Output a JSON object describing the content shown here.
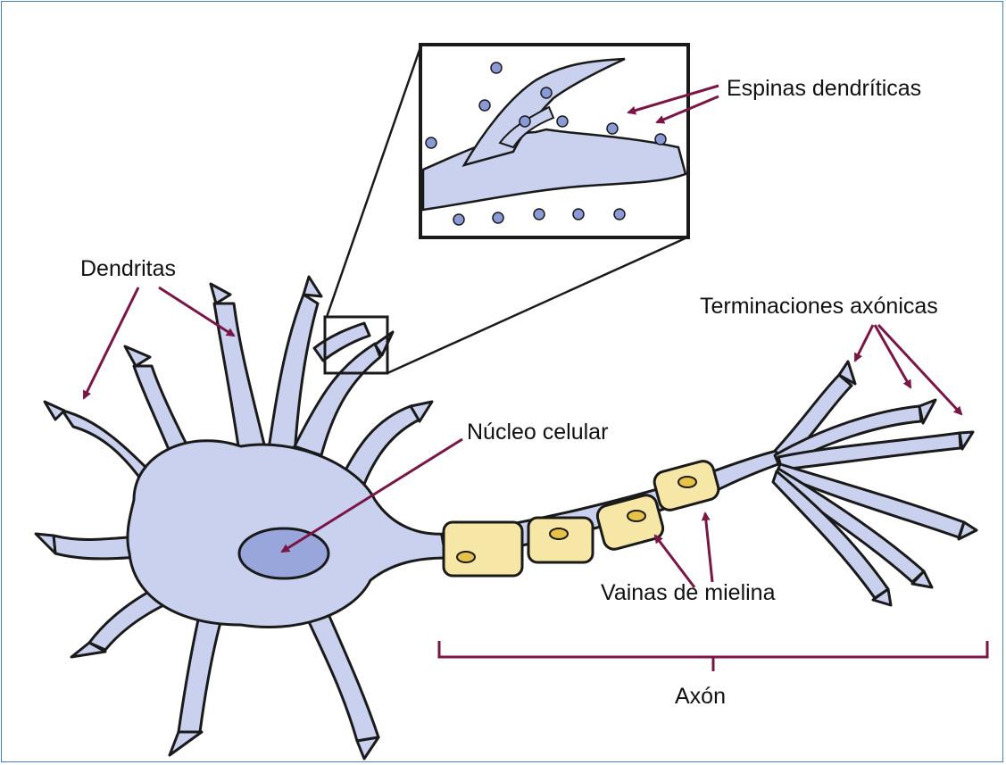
{
  "labels": {
    "espinas": "Espinas dendríticas",
    "dendritas": "Dendritas",
    "terminaciones": "Terminaciones axónicas",
    "nucleo": "Núcleo celular",
    "vainas": "Vainas de mielina",
    "axon": "Axón"
  },
  "colors": {
    "neuron_fill": "#c9d1ee",
    "outline": "#1a1a1a",
    "nucleus_fill": "#99a6dc",
    "spine_head": "#8a9ad6",
    "myelin_fill": "#f7e7a6",
    "myelin_spot": "#e6c347",
    "annotation": "#7a1646",
    "frame": "#4a7ebb"
  }
}
